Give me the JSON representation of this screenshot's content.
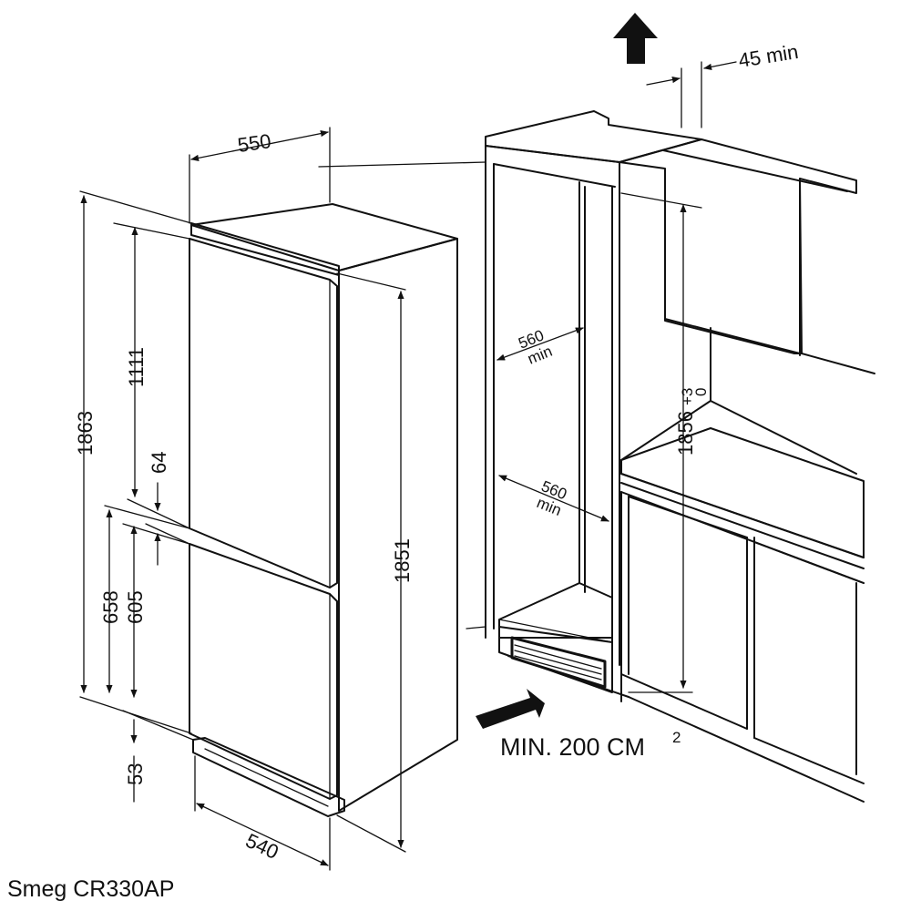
{
  "dimensions": {
    "depth_top": "550",
    "depth_bottom": "540",
    "total_height": "1863",
    "upper_door": "1111",
    "gap": "64",
    "lower_overall": "658",
    "lower_door": "605",
    "plinth": "53",
    "body_height": "1851",
    "niche_width": "560",
    "niche_width_min": "min",
    "niche_depth": "560",
    "niche_depth_min": "min",
    "niche_height": "1856",
    "tolerance_plus": "+3",
    "tolerance_zero": "0",
    "top_vent": "45 min"
  },
  "ventilation": {
    "label": "MIN. 200 CM",
    "superscript": "2"
  },
  "caption": "Smeg CR330AP"
}
